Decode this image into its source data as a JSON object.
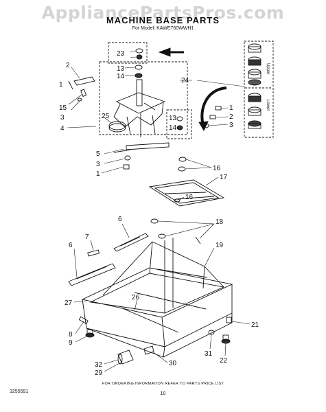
{
  "watermark": "AppliancePartsPros.com",
  "title": "MACHINE BASE PARTS",
  "subtitle": "For Model: KAWE760WWH1",
  "callouts": {
    "c23": "23",
    "c13a": "13",
    "c14a": "14",
    "c2a": "2",
    "c1a": "1",
    "c15": "15",
    "c3a": "3",
    "c4": "4",
    "c25": "25",
    "c13b": "13",
    "c14b": "14",
    "c1b": "1",
    "c2b": "2",
    "c3b": "3",
    "c24": "24",
    "c5": "5",
    "c3c": "3",
    "c1c": "1",
    "c16a": "16",
    "c17": "17",
    "c16b": "16",
    "c6a": "6",
    "c18": "18",
    "c7": "7",
    "c6b": "6",
    "c19": "19",
    "c27": "27",
    "c26": "26",
    "c21": "21",
    "c8": "8",
    "c9": "9",
    "c31": "31",
    "c22": "22",
    "c30": "30",
    "c32": "32",
    "c29": "29"
  },
  "bearing_labels": {
    "upper": "Upper",
    "lower": "Lower"
  },
  "footer_note": "FOR ORDERING INFORMATION REFER TO PARTS PRICE LIST",
  "page_code": "3255591",
  "page_number": "10"
}
